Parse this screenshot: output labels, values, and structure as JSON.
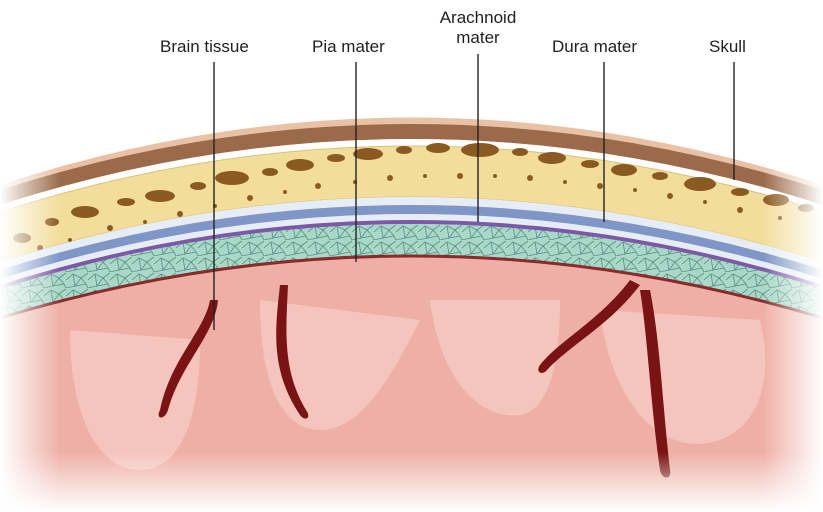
{
  "labels": {
    "brain_tissue": "Brain tissue",
    "pia_mater": "Pia mater",
    "arachnoid_line1": "Arachnoid",
    "arachnoid_line2": "mater",
    "dura_mater": "Dura mater",
    "skull": "Skull"
  },
  "colors": {
    "scalp": "#e9c2a6",
    "scalp_dark_band": "#9b6a4a",
    "bone": "#f3dd9b",
    "bone_pore": "#8a5a22",
    "dura": "#7f96c6",
    "dura_light": "#e7edf7",
    "arachnoid": "#7a5aa8",
    "subarachnoid": "#a9d7c8",
    "subarachnoid_web": "#5a8f84",
    "pia": "#8a2a2a",
    "brain": "#eeb0a6",
    "sulcus": "#7a1414",
    "leader_line": "#222222"
  }
}
